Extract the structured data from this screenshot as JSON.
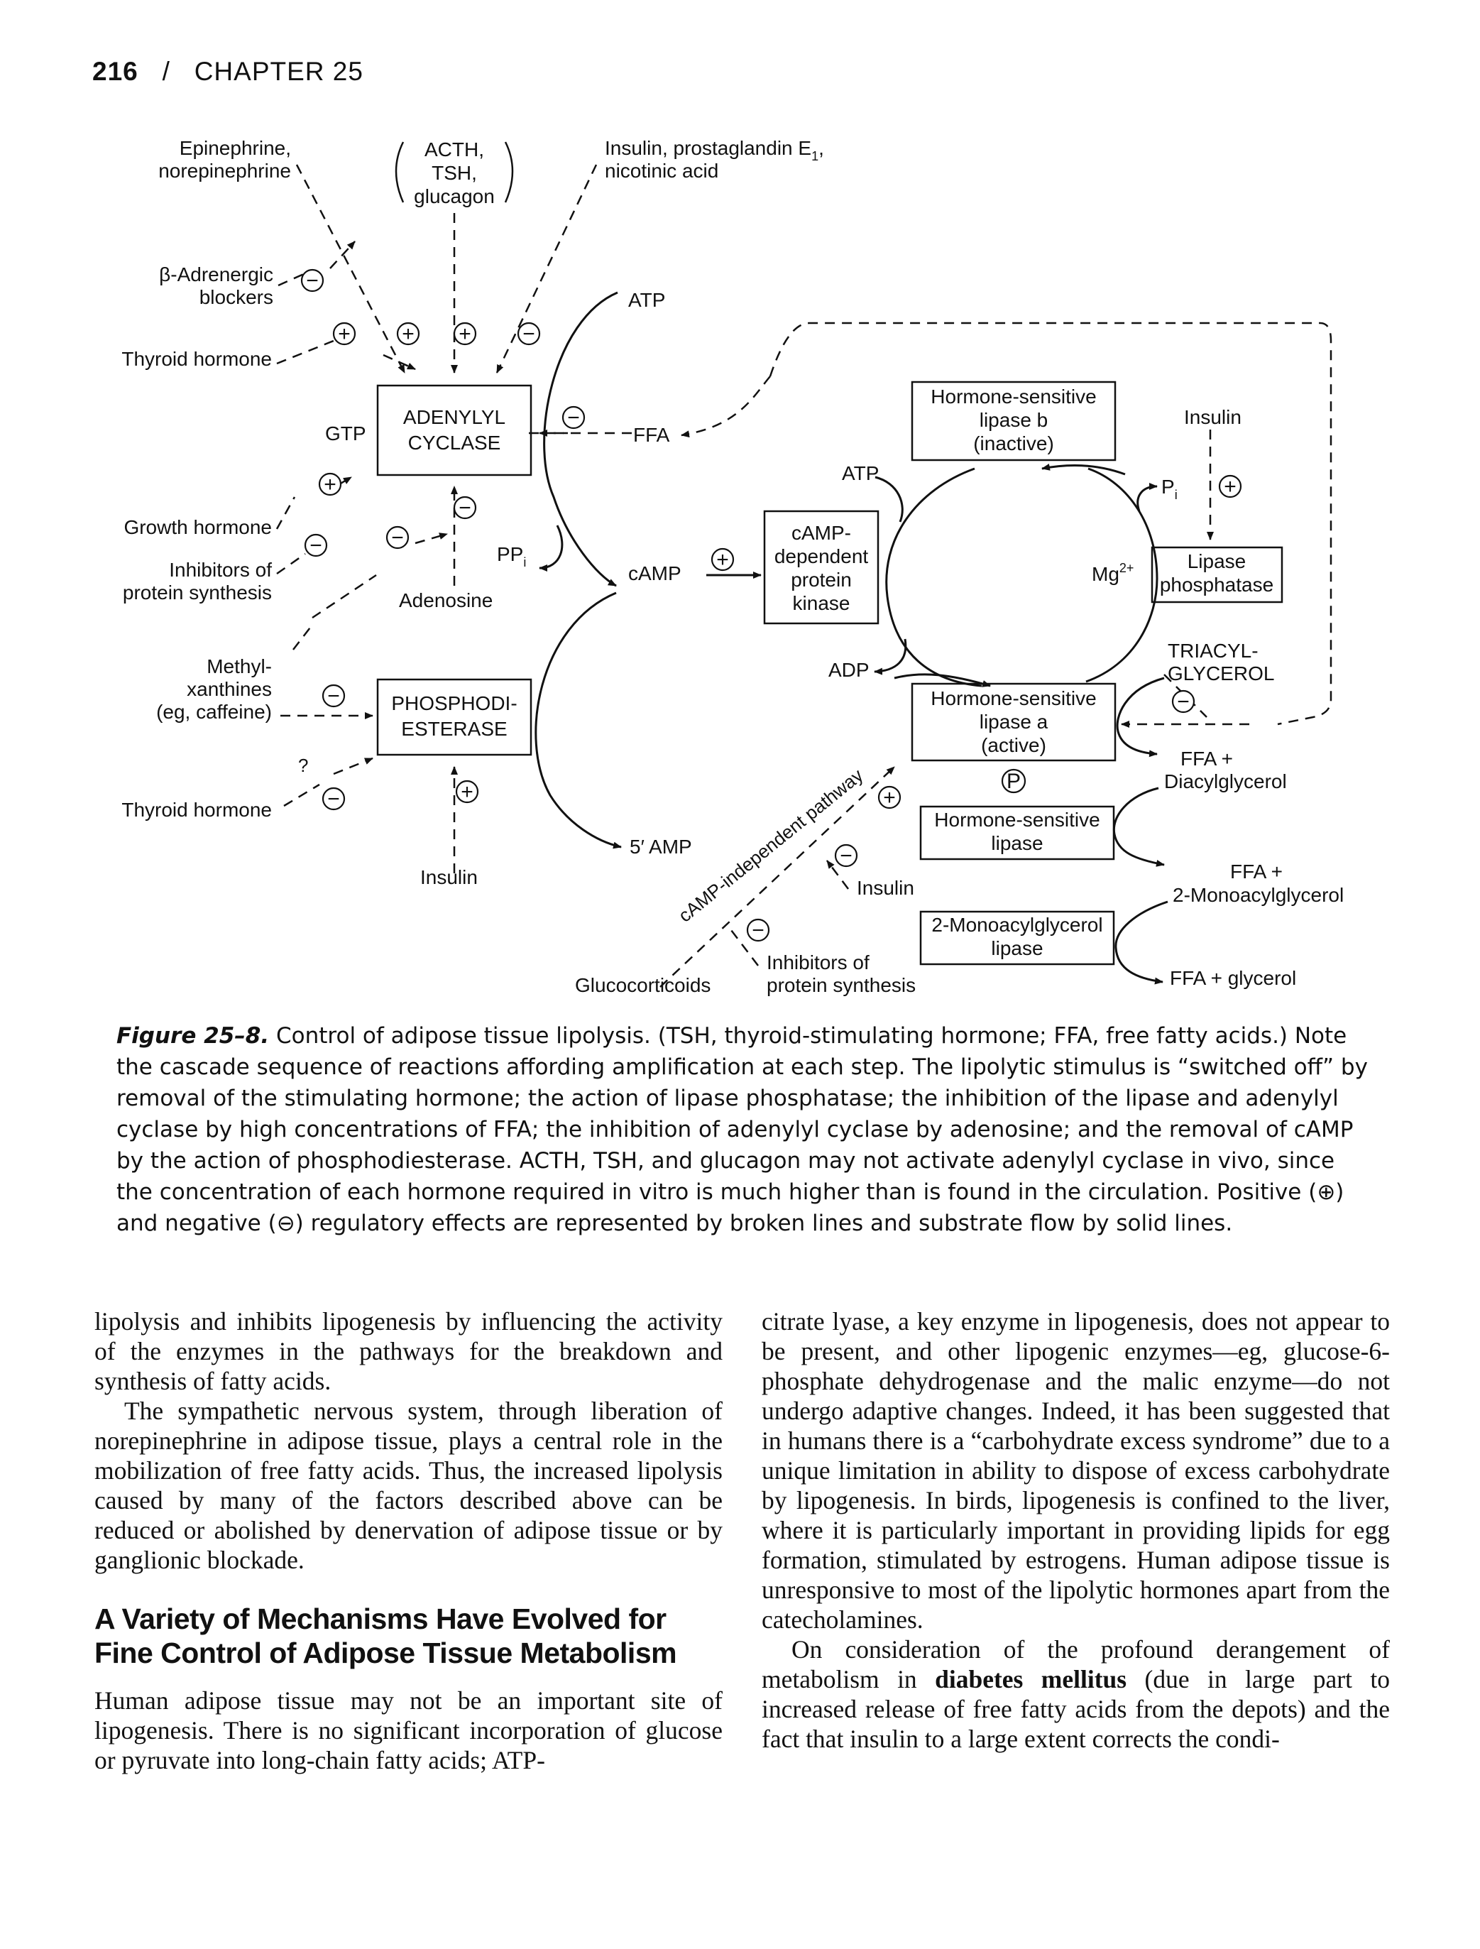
{
  "header": {
    "page_number": "216",
    "separator": "/",
    "chapter": "CHAPTER 25"
  },
  "diagram": {
    "boxes": {
      "adenylyl_cyclase": [
        "ADENYLYL",
        "CYCLASE"
      ],
      "phosphodiesterase": [
        "PHOSPHODI-",
        "ESTERASE"
      ],
      "pka": [
        "cAMP-",
        "dependent",
        "protein",
        "kinase"
      ],
      "hsl_b": [
        "Hormone-sensitive",
        "lipase b",
        "(inactive)"
      ],
      "lipase_phosphatase": [
        "Lipase",
        "phosphatase"
      ],
      "hsl_a": [
        "Hormone-sensitive",
        "lipase a",
        "(active)"
      ],
      "hsl": [
        "Hormone-sensitive",
        "lipase"
      ],
      "mag_lipase": [
        "2-Monoacylglycerol",
        "lipase"
      ]
    },
    "labels": {
      "epinephrine": [
        "Epinephrine,",
        "norepinephrine"
      ],
      "acth": [
        "ACTH,",
        "TSH,",
        "glucagon"
      ],
      "insulin_pg": [
        "Insulin, prostaglandin E",
        "1",
        ",",
        "nicotinic acid"
      ],
      "beta_blockers": [
        "β-Adrenergic",
        "blockers"
      ],
      "thyroid1": "Thyroid hormone",
      "thyroid2": "Thyroid hormone",
      "growth_hormone": "Growth hormone",
      "inhibitors_ps": [
        "Inhibitors of",
        "protein synthesis"
      ],
      "methylxanthines": [
        "Methyl-",
        "xanthines",
        "(eg, caffeine)"
      ],
      "gtp": "GTP",
      "atp_top": "ATP",
      "ffa_mid": "FFA",
      "ppi": "PP",
      "ppi_sub": "i",
      "adenosine": "Adenosine",
      "camp": "cAMP",
      "amp5": "5′ AMP",
      "insulin_pde": "Insulin",
      "atp_cycle": "ATP",
      "adp_cycle": "ADP",
      "mg": "Mg",
      "mg_sup": "2+",
      "pi": "P",
      "pi_sub": "i",
      "insulin_right": "Insulin",
      "triacylglycerol": [
        "TRIACYL-",
        "GLYCEROL"
      ],
      "ffa_dag": [
        "FFA +",
        "Diacylglycerol"
      ],
      "ffa_mag": [
        "FFA +",
        "2-Monoacylglycerol"
      ],
      "ffa_glycerol": "FFA + glycerol",
      "phospho_p": "P",
      "camp_independent": "cAMP-independent pathway",
      "insulin_lower": "Insulin",
      "inhibitors_ps2": [
        "Inhibitors of",
        "protein synthesis"
      ],
      "glucocorticoids": "Glucocorticoids",
      "question": "?",
      "plus": "+",
      "minus": "−"
    }
  },
  "caption": {
    "label": "Figure 25–8.",
    "text": " Control of adipose tissue lipolysis. (TSH, thyroid-stimulating hormone; FFA, free fatty acids.) Note the cascade sequence of reactions affording amplification at each step. The lipolytic stimulus is “switched off” by removal of the stimulating hormone; the action of lipase phosphatase; the inhibition of the lipase and adenylyl cyclase by high concentrations of FFA; the inhibition of adenylyl cyclase by adenosine; and the removal of cAMP by the action of phosphodiesterase. ACTH, TSH, and glucagon may not activate adenylyl cyclase in vivo, since the concentration of each hormone required in vitro is much higher than is found in the circulation. Positive (⊕) and negative (⊖) regulatory effects are represented by broken lines and substrate flow by solid lines."
  },
  "left_column": {
    "p1": "lipolysis and inhibits lipogenesis by influencing the activity of the enzymes in the pathways for the breakdown and synthesis of fatty acids.",
    "p2": "The sympathetic nervous system, through liberation of norepinephrine in adipose tissue, plays a central role in the mobilization of free fatty acids. Thus, the increased lipolysis caused by many of the factors described above can be reduced or abolished by denervation of adipose tissue or by ganglionic blockade.",
    "heading": "A Variety of Mechanisms Have Evolved for Fine Control of Adipose Tissue Metabolism",
    "p3": "Human adipose tissue may not be an important site of lipogenesis. There is no significant incorporation of glucose or pyruvate into long-chain fatty acids; ATP-"
  },
  "right_column": {
    "p1": "citrate lyase, a key enzyme in lipogenesis, does not appear to be present, and other lipogenic enzymes—eg, glucose-6-phosphate dehydrogenase and the malic enzyme—do not undergo adaptive changes. Indeed, it has been suggested that in humans there is a “carbohydrate excess syndrome” due to a unique limitation in ability to dispose of excess carbohydrate by lipogenesis. In birds, lipogenesis is confined to the liver, where it is particularly important in providing lipids for egg formation, stimulated by estrogens. Human adipose tissue is unresponsive to most of the lipolytic hormones apart from the catecholamines.",
    "p2_start": "On consideration of the profound derangement of metabolism in ",
    "p2_bold": "diabetes mellitus",
    "p2_end": " (due in large part to increased release of free fatty acids from the depots) and the fact that insulin to a large extent corrects the condi-"
  }
}
